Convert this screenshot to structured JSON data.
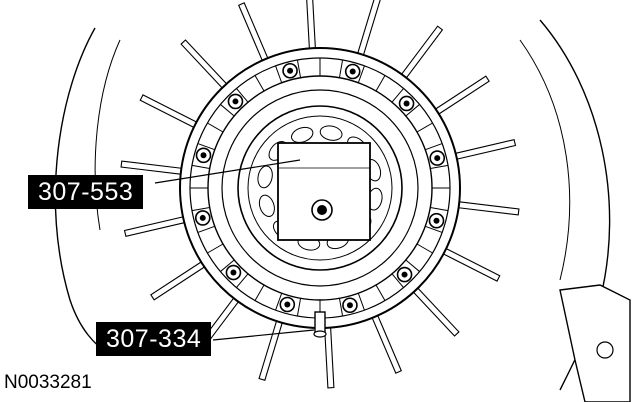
{
  "callouts": {
    "tool_1": "307-553",
    "tool_2": "307-334"
  },
  "figure_id": "N0033281",
  "colors": {
    "line": "#000000",
    "fill": "#ffffff",
    "shade": "#c8c8c8"
  }
}
